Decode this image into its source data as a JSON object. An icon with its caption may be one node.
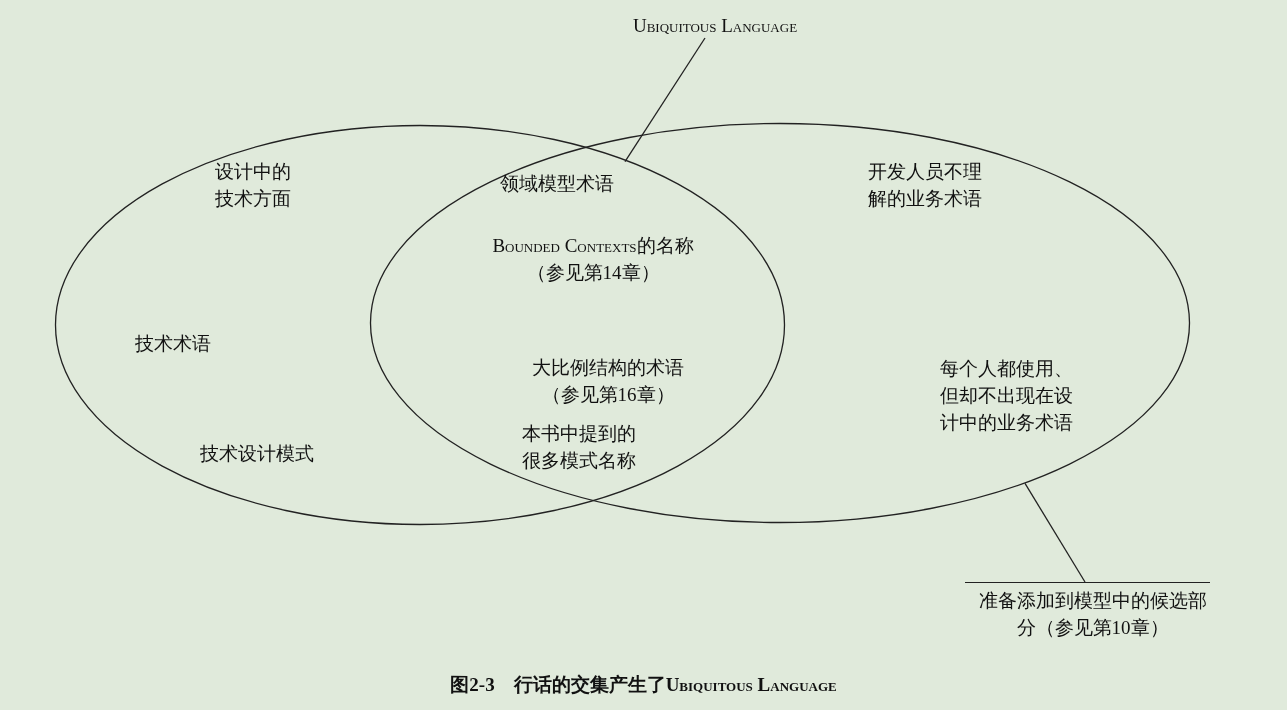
{
  "diagram": {
    "caption": "图2-3　行话的交集产生了Ubiquitous Language",
    "nodes": [
      {
        "text": [
          "设计中的技术方面",
          "技术术语",
          "技术设计模式"
        ]
      },
      {
        "text": [
          "开发人员不理解的业务术语",
          "每个人都使用、但却不出现在设计中的业务术语"
        ]
      },
      {
        "text": [
          "领域模型术语",
          "Bounded Contexts的名称（参见第14章）",
          "大比例结构的术语（参见第16章）",
          "本书中提到的很多模式名称"
        ]
      },
      {
        "text": [
          "Ubiquitous Language"
        ]
      },
      {
        "text": [
          "准备添加到模型中的候选部分（参见第10章）"
        ]
      }
    ],
    "edges": [
      {
        "from": 3,
        "to": 2,
        "arrow": "none"
      },
      {
        "from": 4,
        "to": 1,
        "arrow": "none"
      }
    ]
  }
}
